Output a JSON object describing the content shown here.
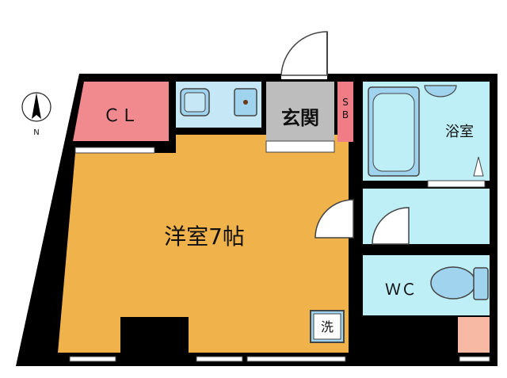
{
  "labels": {
    "closet": "ＣＬ",
    "entrance": "玄関",
    "shoe_box_s": "S",
    "shoe_box_b": "B",
    "bathroom": "浴室",
    "western_room": "洋室7帖",
    "toilet": "ＷＣ",
    "washer": "洗",
    "compass_n": "N"
  },
  "colors": {
    "wall": "#000000",
    "western_room": "#f0b24a",
    "closet": "#f08a8f",
    "kitchen": "#c5e7f6",
    "entrance": "#bdbdbd",
    "shoe_box": "#f07c86",
    "bathroom": "#bfeff6",
    "washroom": "#bfeff6",
    "toilet": "#bfeff6",
    "storage": "#f7b9a3",
    "fixture": "#9fd3ee"
  },
  "icons": {
    "compass": "compass-north-icon",
    "bathtub": "bathtub-icon",
    "toilet": "toilet-icon",
    "sink": "sink-icon",
    "stove": "stove-icon",
    "washer": "washing-machine-icon"
  }
}
